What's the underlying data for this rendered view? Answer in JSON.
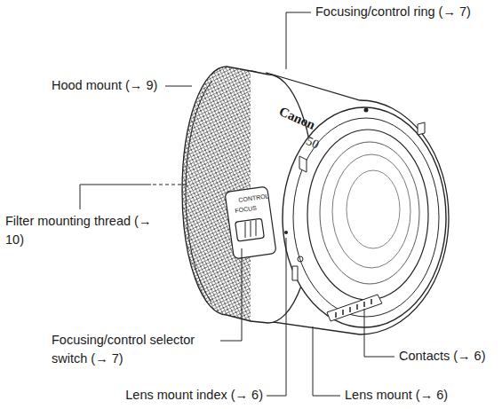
{
  "diagram": {
    "labels": [
      "Focusing/control ring (→ 7)",
      "Hood mount (→ 9)",
      "Filter mounting thread (→ 10)",
      "Focusing/control selector switch (→ 7)",
      "Lens mount index (→ 6)",
      "Lens mount (→ 6)",
      "Contacts (→ 6)",
      "Canon",
      "50",
      "CONTROL",
      "FOCUS"
    ]
  }
}
